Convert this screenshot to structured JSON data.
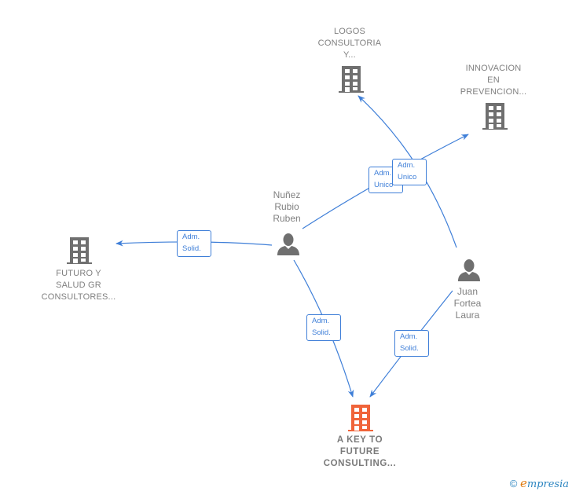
{
  "colors": {
    "edge": "#3f7fd8",
    "node_icon": "#6f6f6f",
    "focus_icon": "#f0643a",
    "label_text": "#808080"
  },
  "nodes": {
    "logos": {
      "type": "company",
      "icon": "building-icon",
      "label": "LOGOS\nCONSULTORIA\nY..."
    },
    "innovacion": {
      "type": "company",
      "icon": "building-icon",
      "label": "INNOVACION\nEN\nPREVENCION..."
    },
    "futuro": {
      "type": "company",
      "icon": "building-icon",
      "label": "FUTURO Y\nSALUD GR\nCONSULTORES..."
    },
    "akey": {
      "type": "company",
      "icon": "building-icon",
      "label": "A KEY TO\nFUTURE\nCONSULTING...",
      "focus": true
    },
    "nunez": {
      "type": "person",
      "icon": "person-icon",
      "label": "Nuñez\nRubio\nRuben"
    },
    "juan": {
      "type": "person",
      "icon": "person-icon",
      "label": "Juan\nFortea\nLaura"
    }
  },
  "edges": [
    {
      "from": "nunez",
      "to": "innovacion",
      "label": "Adm.\nUnico"
    },
    {
      "from": "juan",
      "to": "logos",
      "label": "Adm.\nUnico"
    },
    {
      "from": "nunez",
      "to": "futuro",
      "label": "Adm.\nSolid."
    },
    {
      "from": "nunez",
      "to": "akey",
      "label": "Adm.\nSolid."
    },
    {
      "from": "juan",
      "to": "akey",
      "label": "Adm.\nSolid."
    }
  ],
  "footer": {
    "copyright": "©",
    "brand_e": "e",
    "brand_rest": "mpresia"
  }
}
